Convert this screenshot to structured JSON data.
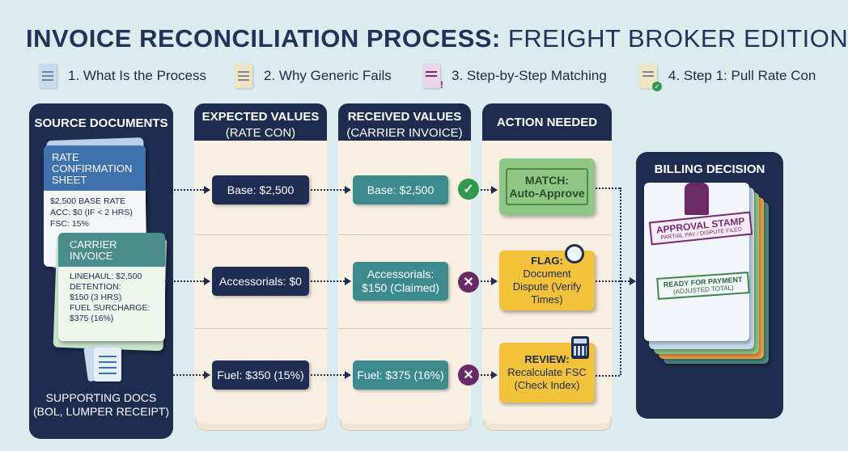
{
  "title": {
    "bold": "INVOICE RECONCILIATION PROCESS:",
    "light": " FREIGHT BROKER EDITION"
  },
  "tabs": [
    {
      "label": "1. What Is the Process",
      "icon": "document-icon"
    },
    {
      "label": "2. Why Generic Fails",
      "icon": "document-icon"
    },
    {
      "label": "3. Step-by-Step Matching",
      "icon": "document-warning-icon"
    },
    {
      "label": "4. Step 1: Pull Rate Con",
      "icon": "document-check-icon"
    }
  ],
  "source": {
    "header": "SOURCE DOCUMENTS",
    "rate_con": {
      "title": "RATE CONFIRMATION SHEET",
      "lines": [
        "$2,500 BASE RATE",
        "ACC: $0 (IF < 2 HRS)",
        "FSC: 15%"
      ]
    },
    "carrier_invoice": {
      "title": "CARRIER INVOICE",
      "lines": [
        "LINEHAUL: $2,500",
        "DETENTION:",
        "$150 (3 HRS)",
        "FUEL SURCHARGE:",
        "$375 (16%)"
      ]
    },
    "supporting": {
      "label": "SUPPORTING DOCS",
      "sub": "(BOL, LUMPER RECEIPT)"
    }
  },
  "expected": {
    "header": "EXPECTED VALUES",
    "sub": "(RATE CON)",
    "rows": [
      "Base: $2,500",
      "Accessorials: $0",
      "Fuel: $350 (15%)"
    ]
  },
  "received": {
    "header": "RECEIVED VALUES",
    "sub": "(CARRIER INVOICE)",
    "rows": [
      "Base: $2,500",
      "Accessorials: $150 (Claimed)",
      "Fuel: $375 (16%)"
    ]
  },
  "action": {
    "header": "ACTION NEEDED",
    "rows": [
      {
        "title": "MATCH:",
        "text": "Auto-Approve",
        "color": "#8fc785"
      },
      {
        "title": "FLAG:",
        "text": "Document Dispute (Verify Times)",
        "color": "#f2c23a"
      },
      {
        "title": "REVIEW:",
        "text": "Recalculate FSC (Check Index)",
        "color": "#f2c23a"
      }
    ]
  },
  "billing": {
    "header": "BILLING DECISION",
    "stamp1": "APPROVAL STAMP",
    "stamp1_sub": "PARTIAL PAY / DISPUTE FILED",
    "stamp2": "READY FOR PAYMENT",
    "stamp2_sub": "(ADJUSTED TOTAL)"
  },
  "colors": {
    "navy": "#1e2c4f",
    "teal": "#3d8a8e",
    "match_green": "#2e9a4a",
    "mismatch_purple": "#6a2a66",
    "background": "#dcebee"
  }
}
